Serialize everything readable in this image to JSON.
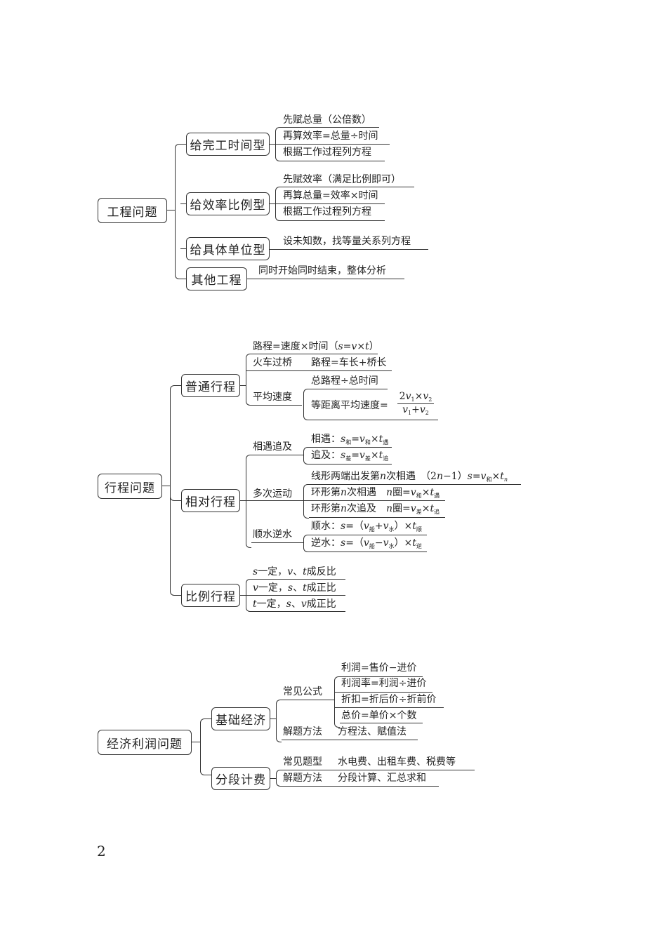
{
  "page_number": "2",
  "map1": {
    "root": "工程问题",
    "branches": [
      {
        "label": "给完工时间型",
        "items": [
          "先赋总量（公倍数）",
          "再算效率=总量÷时间",
          "根据工作过程列方程"
        ]
      },
      {
        "label": "给效率比例型",
        "items": [
          "先赋效率（满足比例即可）",
          "再算总量=效率×时间",
          "根据工作过程列方程"
        ]
      },
      {
        "label": "给具体单位型",
        "items": [
          "设未知数，找等量关系列方程"
        ]
      },
      {
        "label": "其他工程",
        "items": [
          "同时开始同时结束，整体分析"
        ]
      }
    ]
  },
  "map2": {
    "root": "行程问题",
    "branches": [
      {
        "label": "普通行程",
        "items": [
          {
            "text": "路程=速度×时间（s=v×t）"
          },
          {
            "label": "火车过桥",
            "text": "路程=车长+桥长"
          },
          {
            "label": "平均速度",
            "items": [
              "总路程÷总时间",
              "等距离平均速度="
            ],
            "fraction": {
              "numerator": "2v1×v2",
              "denominator": "v1+v2"
            }
          }
        ]
      },
      {
        "label": "相对行程",
        "items": [
          {
            "label": "相遇追及",
            "items": [
              "相遇：s和=v和×t遇",
              "追及：s差=v差×t追"
            ]
          },
          {
            "label": "多次运动",
            "items": [
              "线形两端出发第n次相遇　（2n−1）s=v和×tn",
              "环形第n次相遇　n圈=v和×t遇",
              "环形第n次追及　n圈=v差×t追"
            ]
          },
          {
            "label": "顺水逆水",
            "items": [
              "顺水：s=（v船+v水）×t顺",
              "逆水：s=（v船−v水）×t逆"
            ]
          }
        ]
      },
      {
        "label": "比例行程",
        "items": [
          "s一定，v、t成反比",
          "v一定，s、t成正比",
          "t一定，s、v成正比"
        ]
      }
    ]
  },
  "map3": {
    "root": "经济利润问题",
    "branches": [
      {
        "label": "基础经济",
        "items": [
          {
            "label": "常见公式",
            "items": [
              "利润=售价−进价",
              "利润率=利润÷进价",
              "折扣=折后价÷折前价",
              "总价=单价×个数"
            ]
          },
          {
            "label": "解题方法",
            "text": "方程法、赋值法"
          }
        ]
      },
      {
        "label": "分段计费",
        "items": [
          {
            "label": "常见题型",
            "text": "水电费、出租车费、税费等"
          },
          {
            "label": "解题方法",
            "text": "分段计算、汇总求和"
          }
        ]
      }
    ]
  }
}
